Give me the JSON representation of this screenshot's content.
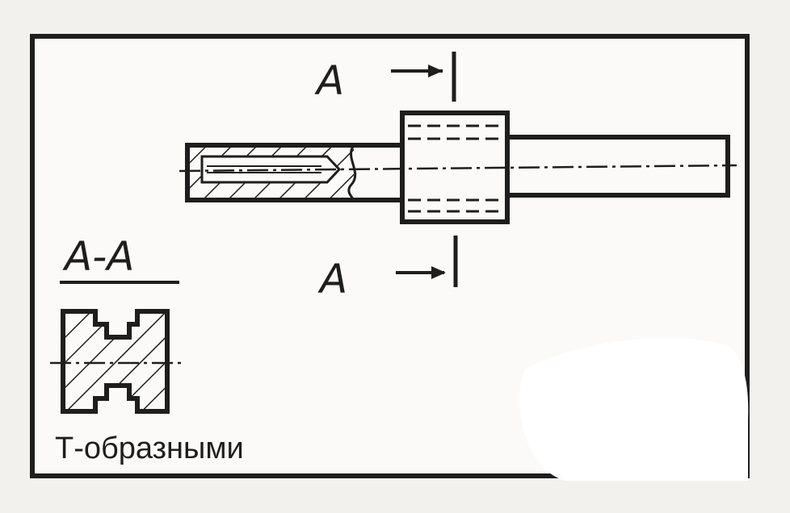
{
  "labels": {
    "section_mark_top": "A",
    "section_mark_bottom": "A",
    "section_title": "A-A",
    "caption": "Т-образными"
  },
  "colors": {
    "ink": "#1e1e1e",
    "paper": "#f3f1ee",
    "frame_inner": "#fbfaf8"
  }
}
